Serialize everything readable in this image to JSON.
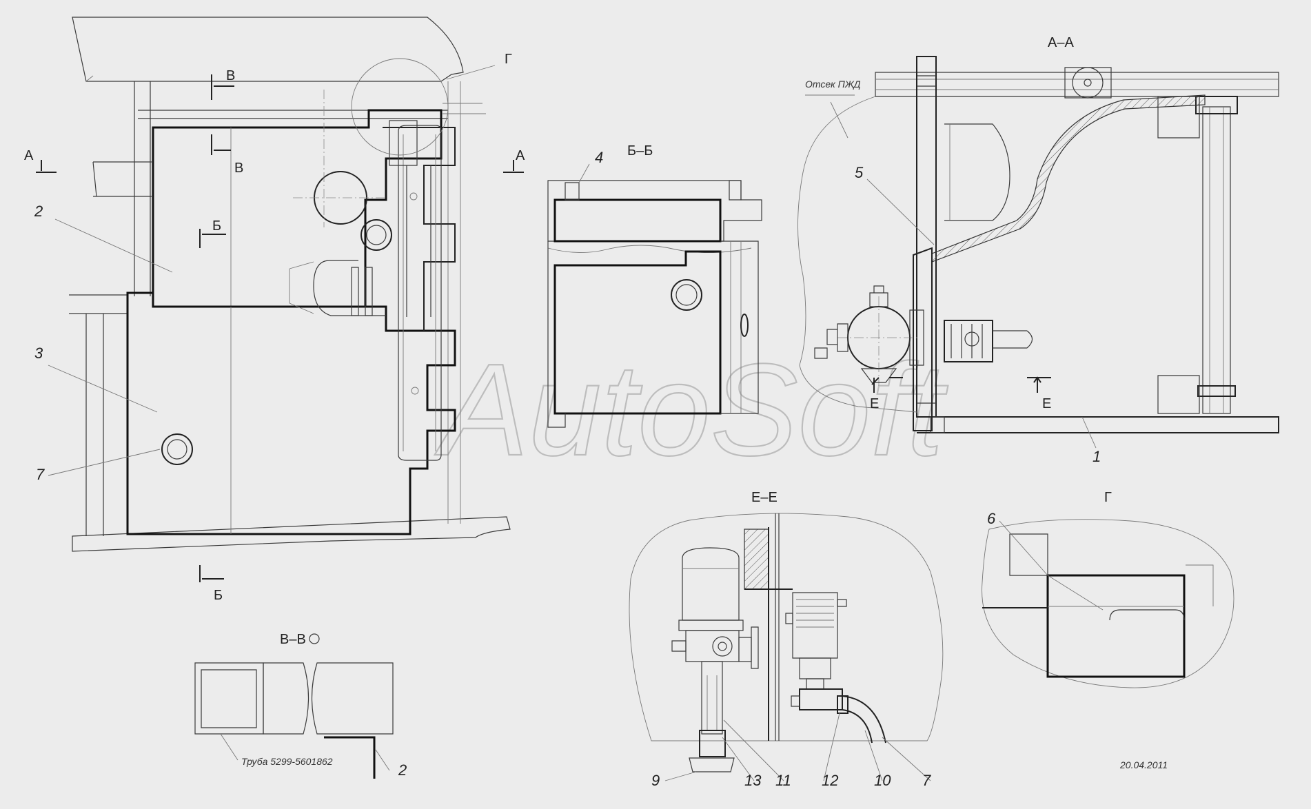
{
  "sections": {
    "aa": "А–А",
    "bb": "Б–Б",
    "vv": "В–В",
    "ee": "Е–Е",
    "g": "Г"
  },
  "markers": {
    "a": "А",
    "b": "Б",
    "v": "В",
    "g": "Г",
    "e": "Е"
  },
  "callouts": [
    "1",
    "2",
    "3",
    "4",
    "5",
    "6",
    "7",
    "9",
    "10",
    "11",
    "12",
    "13"
  ],
  "annotations": {
    "compartment": "Отсек ПЖД",
    "pipe": "Труба 5299-5601862"
  },
  "date": "20.04.2011",
  "watermark": "AutoSoft"
}
